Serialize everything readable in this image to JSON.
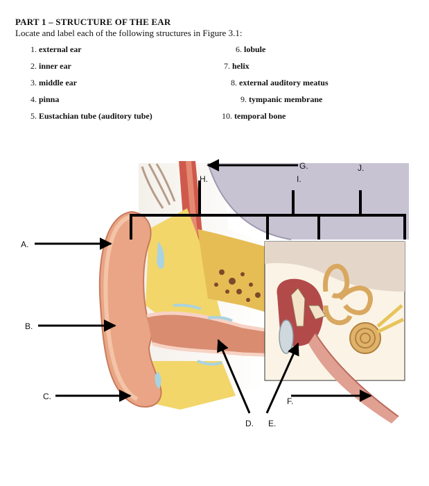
{
  "worksheet": {
    "heading": "PART 1 – STRUCTURE OF THE EAR",
    "instructions": "Locate and label each of the following structures in Figure 3.1:",
    "items_left": [
      {
        "num": "1.",
        "text": "external ear"
      },
      {
        "num": "2.",
        "text": "inner ear"
      },
      {
        "num": "3.",
        "text": "middle ear"
      },
      {
        "num": "4.",
        "text": "pinna"
      },
      {
        "num": "5.",
        "text": "Eustachian tube (auditory tube)"
      }
    ],
    "items_right": [
      {
        "num": "6.",
        "text": "lobule"
      },
      {
        "num": "7.",
        "text": "helix"
      },
      {
        "num": "8.",
        "text": "external auditory meatus"
      },
      {
        "num": "9.",
        "text": "tympanic membrane"
      },
      {
        "num": "10.",
        "text": "temporal bone"
      }
    ]
  },
  "figure": {
    "labels": {
      "A": "A.",
      "B": "B.",
      "C": "C.",
      "D": "D.",
      "E": "E.",
      "F": "F.",
      "G": "G.",
      "H": "H.",
      "I": "I.",
      "J": "J."
    },
    "colors": {
      "skin": "#e9a585",
      "skin_dark": "#c97a5c",
      "canal": "#d98c70",
      "fat": "#f2d66a",
      "bone": "#e8c25a",
      "cartilage": "#a9d3e0",
      "muscle": "#c94f4f",
      "middle_ear": "#b34a4a",
      "cochlea": "#d9a860",
      "tube": "#e0a092"
    }
  }
}
